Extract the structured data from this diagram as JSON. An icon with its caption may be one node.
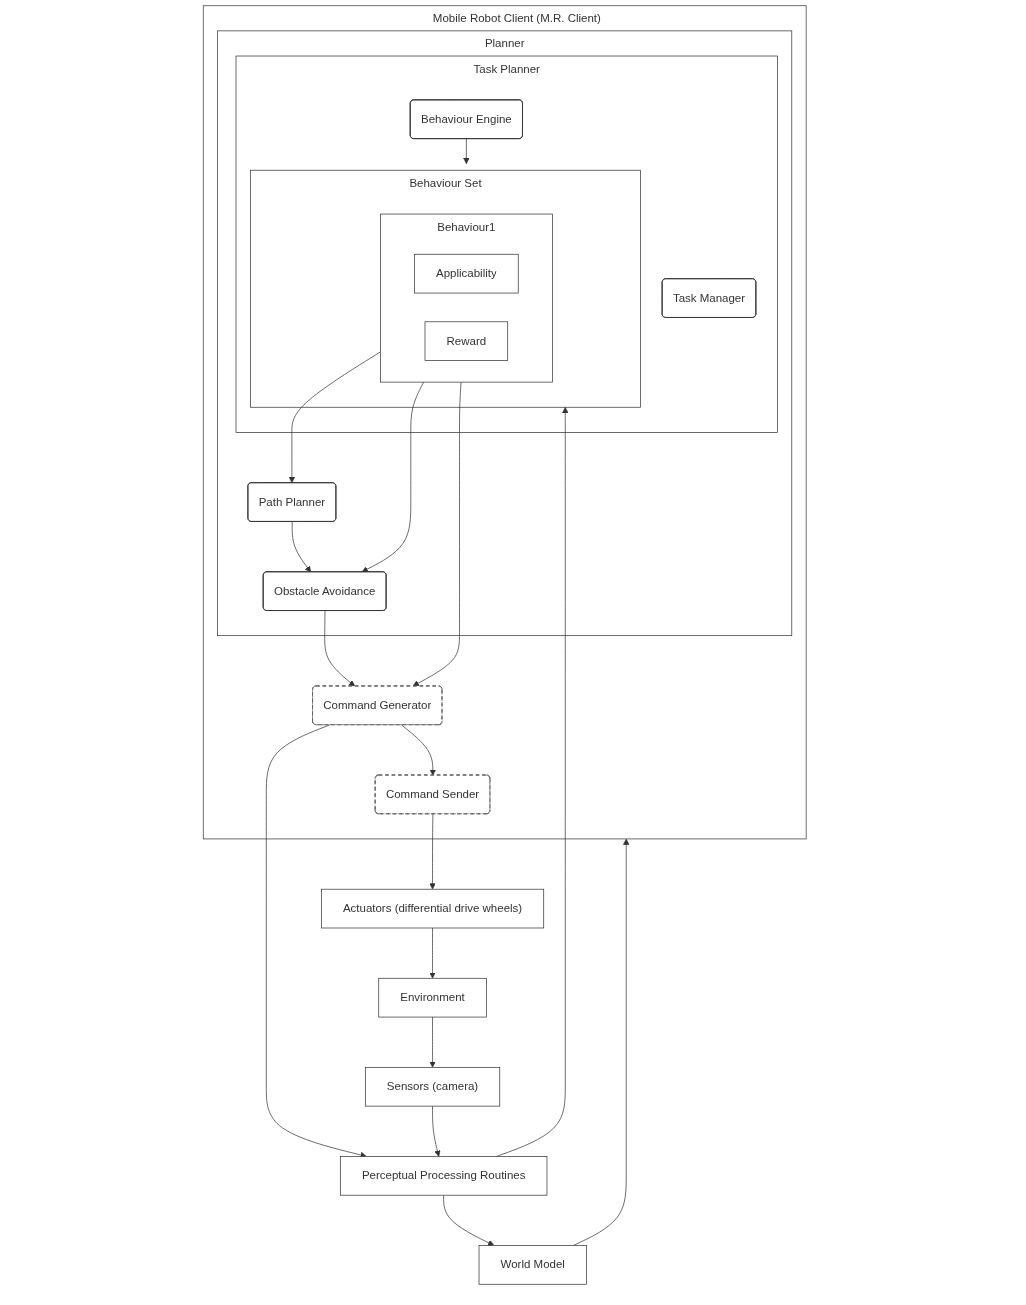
{
  "diagram": {
    "nodes": [
      {
        "text": [
          "World Model"
        ]
      },
      {
        "text": [
          "Mobile Robot Client (M.R. Client)"
        ]
      },
      {
        "text": [
          "Planner"
        ],
        "in": 1
      },
      {
        "text": [
          "Task Planner"
        ],
        "in": 2
      },
      {
        "text": [
          "Behaviour Engine"
        ],
        "in": 3
      },
      {
        "text": [
          "Task Manager"
        ],
        "in": 3
      },
      {
        "text": [
          "Behaviour Set"
        ],
        "in": 3
      },
      {
        "text": [
          "Behaviour1"
        ],
        "in": 6
      },
      {
        "text": [
          "Applicability"
        ],
        "in": 7
      },
      {
        "text": [
          "Reward"
        ],
        "in": 7
      },
      {
        "text": [
          "Path Planner"
        ],
        "in": 2
      },
      {
        "text": [
          "Obstacle Avoidance"
        ],
        "in": 2
      },
      {
        "text": [
          "Command Generator"
        ],
        "in": 1
      },
      {
        "text": [
          "Command Sender"
        ],
        "in": 1
      },
      {
        "text": [
          "Perceptual Processing Routines"
        ]
      },
      {
        "text": [
          "Sensors (camera)"
        ]
      },
      {
        "text": [
          "Actuators (differential drive wheels)"
        ]
      },
      {
        "text": [
          "Environment"
        ]
      }
    ],
    "edges": [
      {
        "from": 0,
        "to": 1,
        "arrow": "to"
      },
      {
        "from": 4,
        "to": 6,
        "arrow": "to"
      },
      {
        "from": 14,
        "to": 6,
        "arrow": "to"
      },
      {
        "from": 7,
        "to": 10,
        "arrow": "to"
      },
      {
        "from": 7,
        "to": 11,
        "arrow": "to"
      },
      {
        "from": 10,
        "to": 11,
        "arrow": "to"
      },
      {
        "from": 7,
        "to": 12,
        "arrow": "to"
      },
      {
        "from": 11,
        "to": 12,
        "arrow": "to"
      },
      {
        "from": 12,
        "to": 14,
        "arrow": "to"
      },
      {
        "from": 12,
        "to": 13,
        "arrow": "to"
      },
      {
        "from": 13,
        "to": 16,
        "arrow": "to"
      },
      {
        "from": 16,
        "to": 17,
        "arrow": "to"
      },
      {
        "from": 17,
        "to": 15,
        "arrow": "to"
      },
      {
        "from": 15,
        "to": 14,
        "arrow": "to"
      },
      {
        "from": 14,
        "to": 0,
        "arrow": "to"
      }
    ]
  }
}
